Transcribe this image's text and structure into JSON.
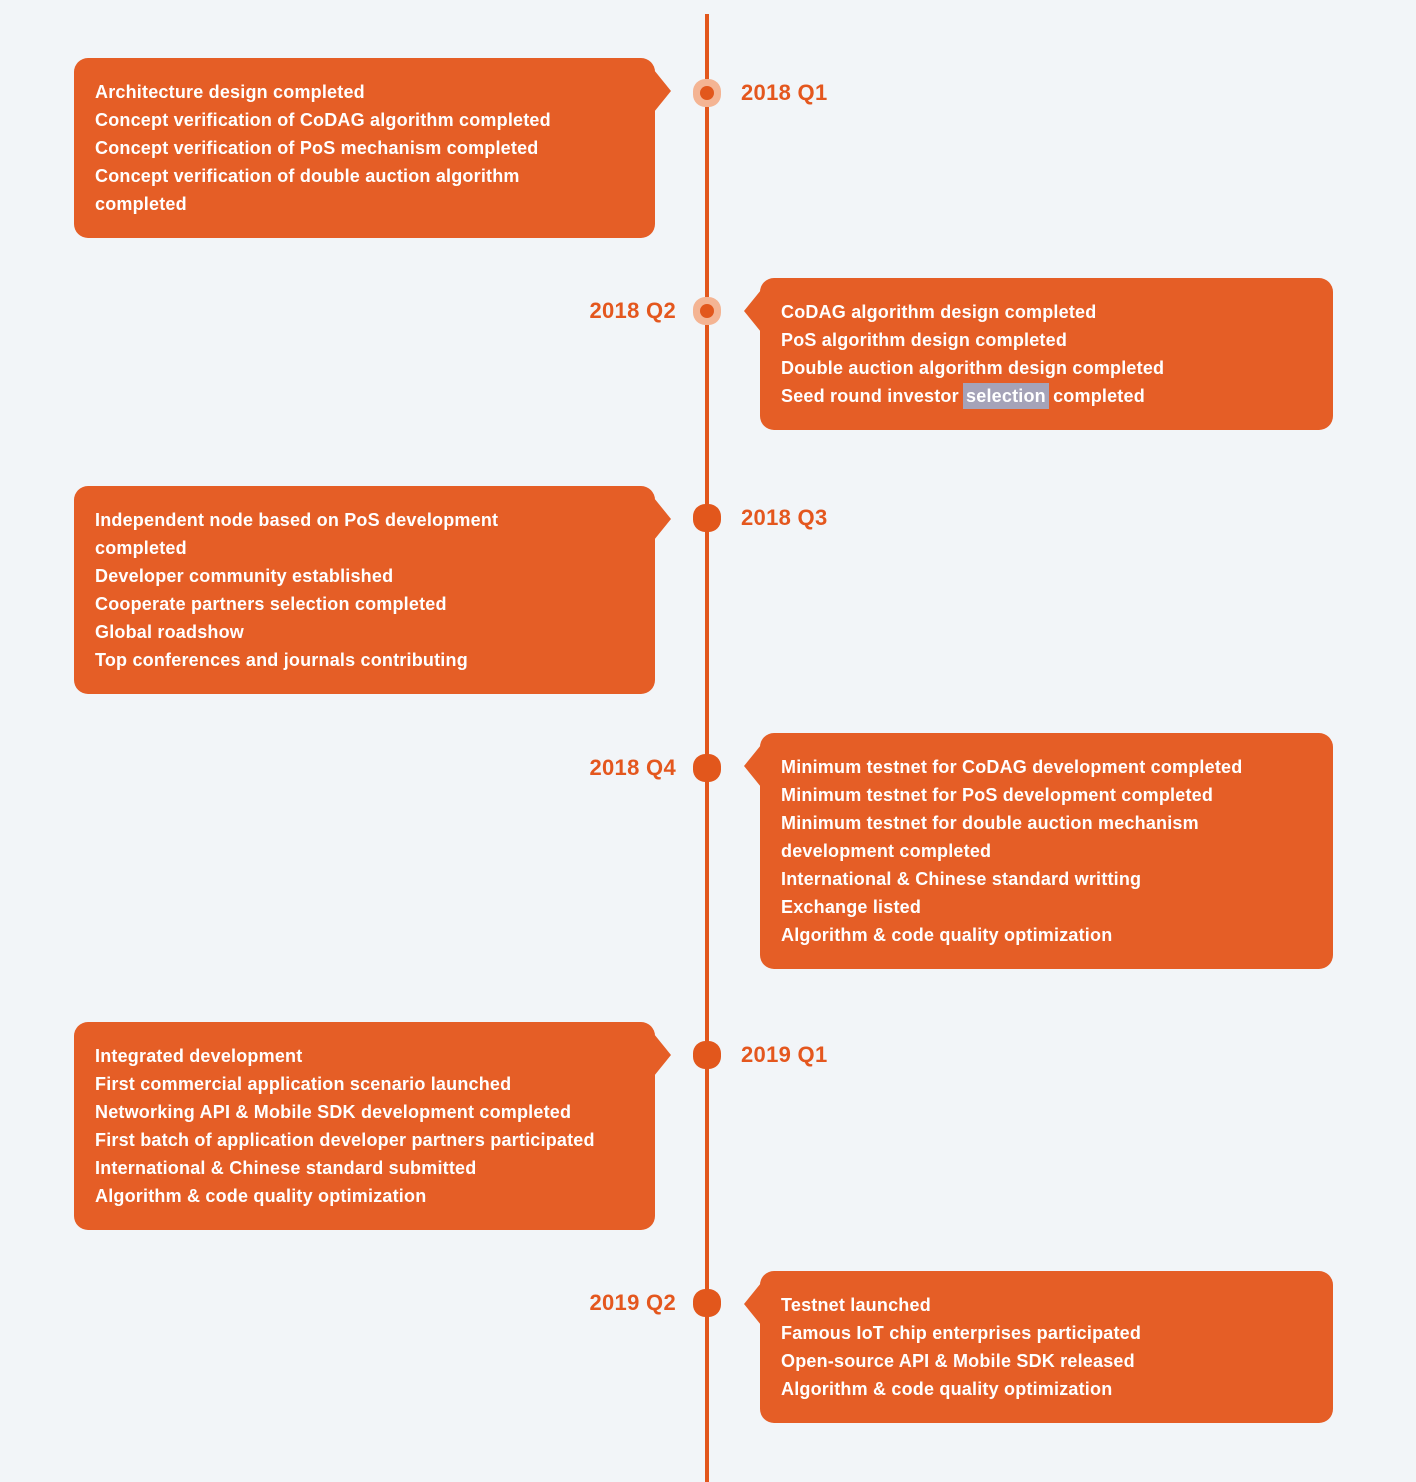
{
  "page": {
    "background": "#f2f5f8"
  },
  "timeline": {
    "colors": {
      "accent": "#e2571c",
      "accent_text": "#e4571e",
      "box": "#e55e26",
      "halo": "#f4b493",
      "text": "#ffffff",
      "selection_highlight": "#a5a3b8"
    },
    "entries": [
      {
        "label": "2018 Q1",
        "items": [
          "Architecture design completed",
          "Concept verification of CoDAG algorithm completed",
          "Concept verification of PoS mechanism completed",
          "Concept verification of double auction algorithm\ncompleted"
        ]
      },
      {
        "label": "2018 Q2",
        "items": [
          "CoDAG algorithm design completed",
          "PoS algorithm design completed",
          "Double auction algorithm design completed",
          {
            "pre": "Seed round investor ",
            "highlight": "selection",
            "post": " completed"
          }
        ]
      },
      {
        "label": "2018 Q3",
        "items": [
          "Independent node based on PoS development\ncompleted",
          "Developer community established",
          "Cooperate partners selection completed",
          "Global roadshow",
          "Top conferences and journals contributing"
        ]
      },
      {
        "label": "2018 Q4",
        "items": [
          "Minimum testnet for CoDAG development completed",
          "Minimum testnet for PoS development completed",
          "Minimum testnet for double auction mechanism\ndevelopment completed",
          "International & Chinese standard writting",
          "Exchange listed",
          "Algorithm & code quality optimization"
        ]
      },
      {
        "label": "2019 Q1",
        "items": [
          "Integrated development",
          "First commercial application scenario launched",
          "Networking API & Mobile SDK development completed",
          "First batch of application developer partners participated",
          "International & Chinese standard submitted",
          "Algorithm & code quality optimization"
        ]
      },
      {
        "label": "2019 Q2",
        "items": [
          "Testnet launched",
          "Famous IoT chip enterprises participated",
          "Open-source API & Mobile SDK released",
          "Algorithm & code quality optimization"
        ]
      }
    ]
  }
}
